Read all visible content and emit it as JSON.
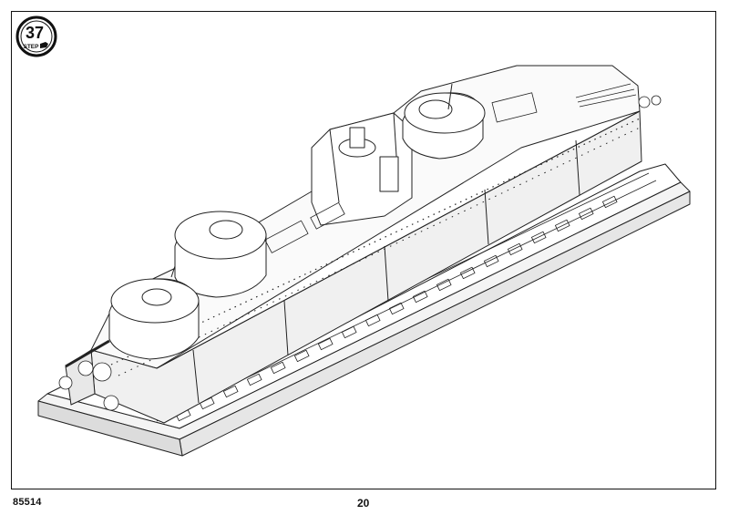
{
  "step": {
    "number": "37",
    "label": "STEP"
  },
  "footer": {
    "model_code": "85514",
    "page_number": "20"
  },
  "illustration": {
    "icon": "armored-railcar-isometric-drawing"
  }
}
